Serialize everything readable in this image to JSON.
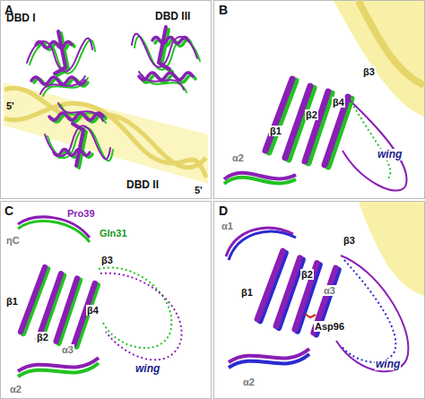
{
  "diagram": {
    "labels": [
      "A",
      "DBD I",
      "DBD III",
      "5'",
      "5'",
      "DBD II",
      "B",
      "β3",
      "β4",
      "β2",
      "β1",
      "α2",
      "wing",
      "C",
      "ηC",
      "Pro39",
      "Gln31",
      "β3",
      "β1",
      "β2",
      "β4",
      "α3",
      "α2",
      "wing",
      "D",
      "α1",
      "β3",
      "β2",
      "β1",
      "α3",
      "Asp96",
      "α2",
      "wing"
    ]
  }
}
